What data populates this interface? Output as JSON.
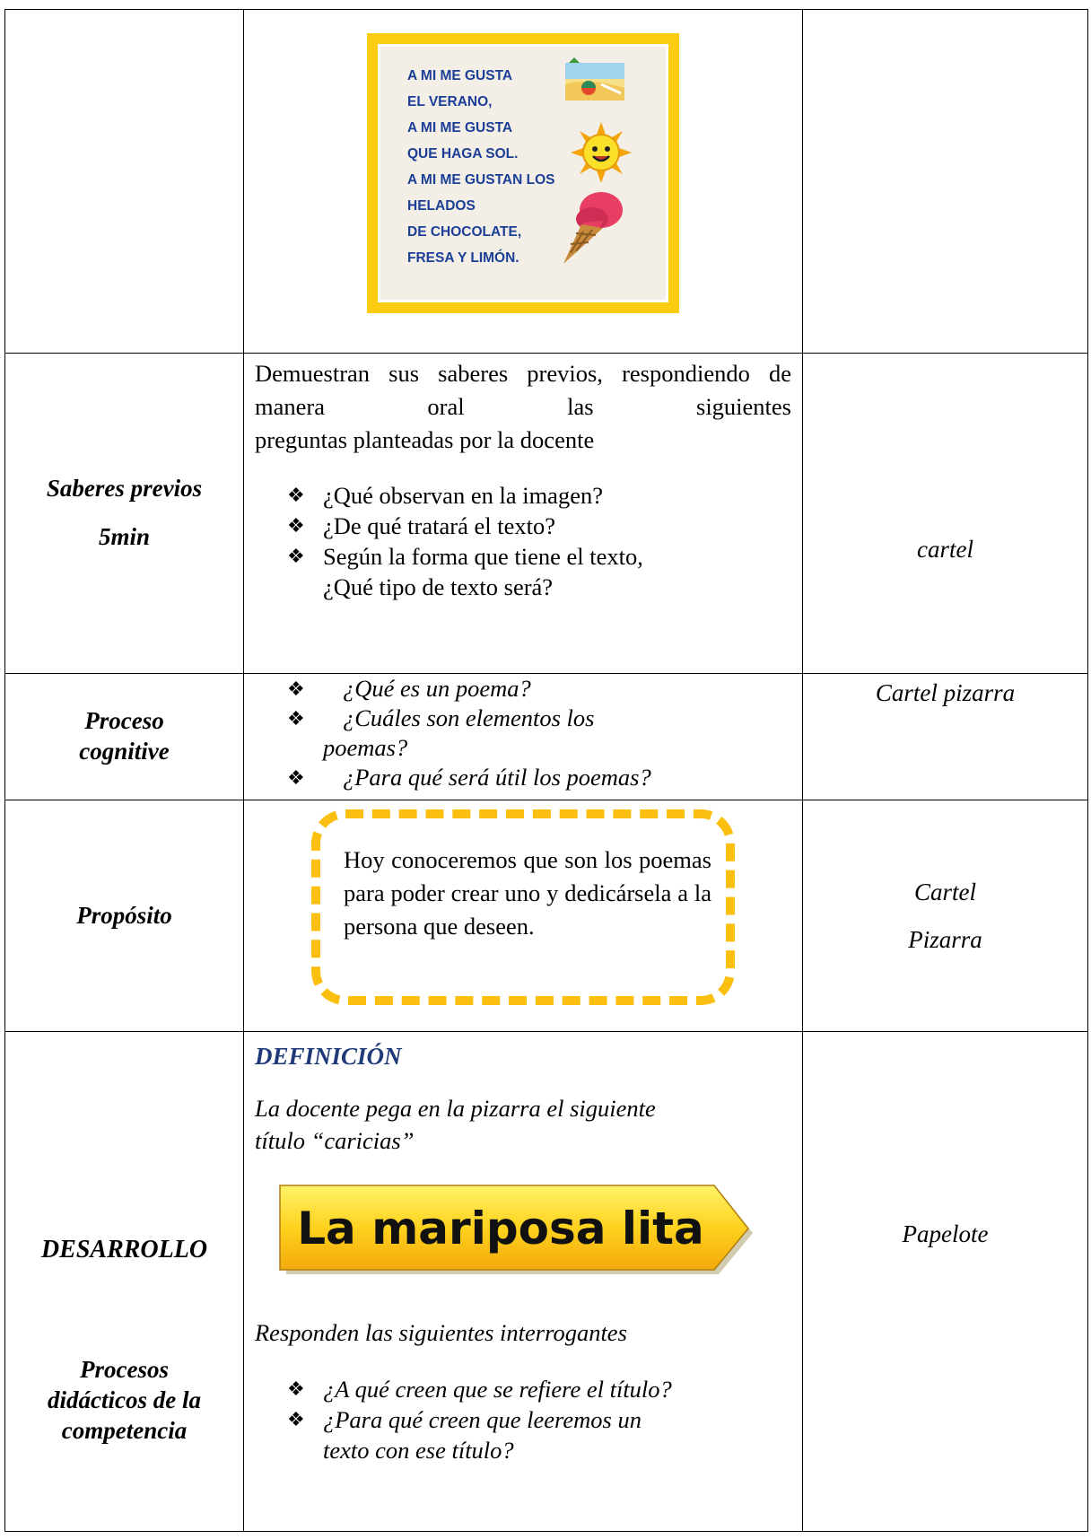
{
  "poster": {
    "lines": [
      "A MI ME GUSTA",
      "EL VERANO,",
      "A MI ME GUSTA",
      "QUE HAGA SOL.",
      "A MI ME GUSTAN LOS",
      "HELADOS",
      "DE CHOCOLATE,",
      "FRESA Y LIMÓN."
    ],
    "icons": [
      "beach-icon",
      "sun-icon",
      "ice-cream-icon"
    ],
    "colors": {
      "frame": "#fccc10",
      "text": "#1b3f97",
      "paper": "#f3eee6"
    }
  },
  "saberes": {
    "label_1": "Saberes previos",
    "label_2": "5min",
    "paragraph_1": "Demuestran sus saberes previos,",
    "paragraph_2": "respondiendo de manera oral las siguientes",
    "paragraph_3": "preguntas planteadas por la docente",
    "questions": [
      "¿Qué observan en la imagen?",
      "¿De qué tratará el texto?",
      "Según la forma que tiene el texto,"
    ],
    "question_3_line_2": "¿Qué tipo de texto será?",
    "resource": "cartel"
  },
  "proceso": {
    "label_1": "Proceso",
    "label_2": "cognitive",
    "q1": "¿Qué es un poema?",
    "q2a": "¿Cuáles son elementos los",
    "q2b": "poemas?",
    "q3": "¿Para qué será útil los poemas?",
    "resource": "Cartel pizarra"
  },
  "proposito": {
    "label": "Propósito",
    "text": "Hoy conoceremos que son los poemas para poder crear uno y dedicársela a la persona que deseen.",
    "resource_1": "Cartel",
    "resource_2": "Pizarra",
    "border_color": "#fbbf0f"
  },
  "desarrollo": {
    "label": "DESARROLLO",
    "sub_label_1": "Procesos",
    "sub_label_2": "didácticos de la",
    "sub_label_3": "competencia",
    "heading": "DEFINICIÓN",
    "intro_1": "La docente pega en la pizarra el siguiente",
    "intro_2": "título “caricias”",
    "banner": "La mariposa lita",
    "respond": "Responden las siguientes interrogantes",
    "q1": "¿A qué creen que se refiere el título?",
    "q2a": "¿Para qué creen que leeremos un",
    "q2b": "texto con ese título?",
    "resource": "Papelote",
    "heading_color": "#1e3a78"
  }
}
